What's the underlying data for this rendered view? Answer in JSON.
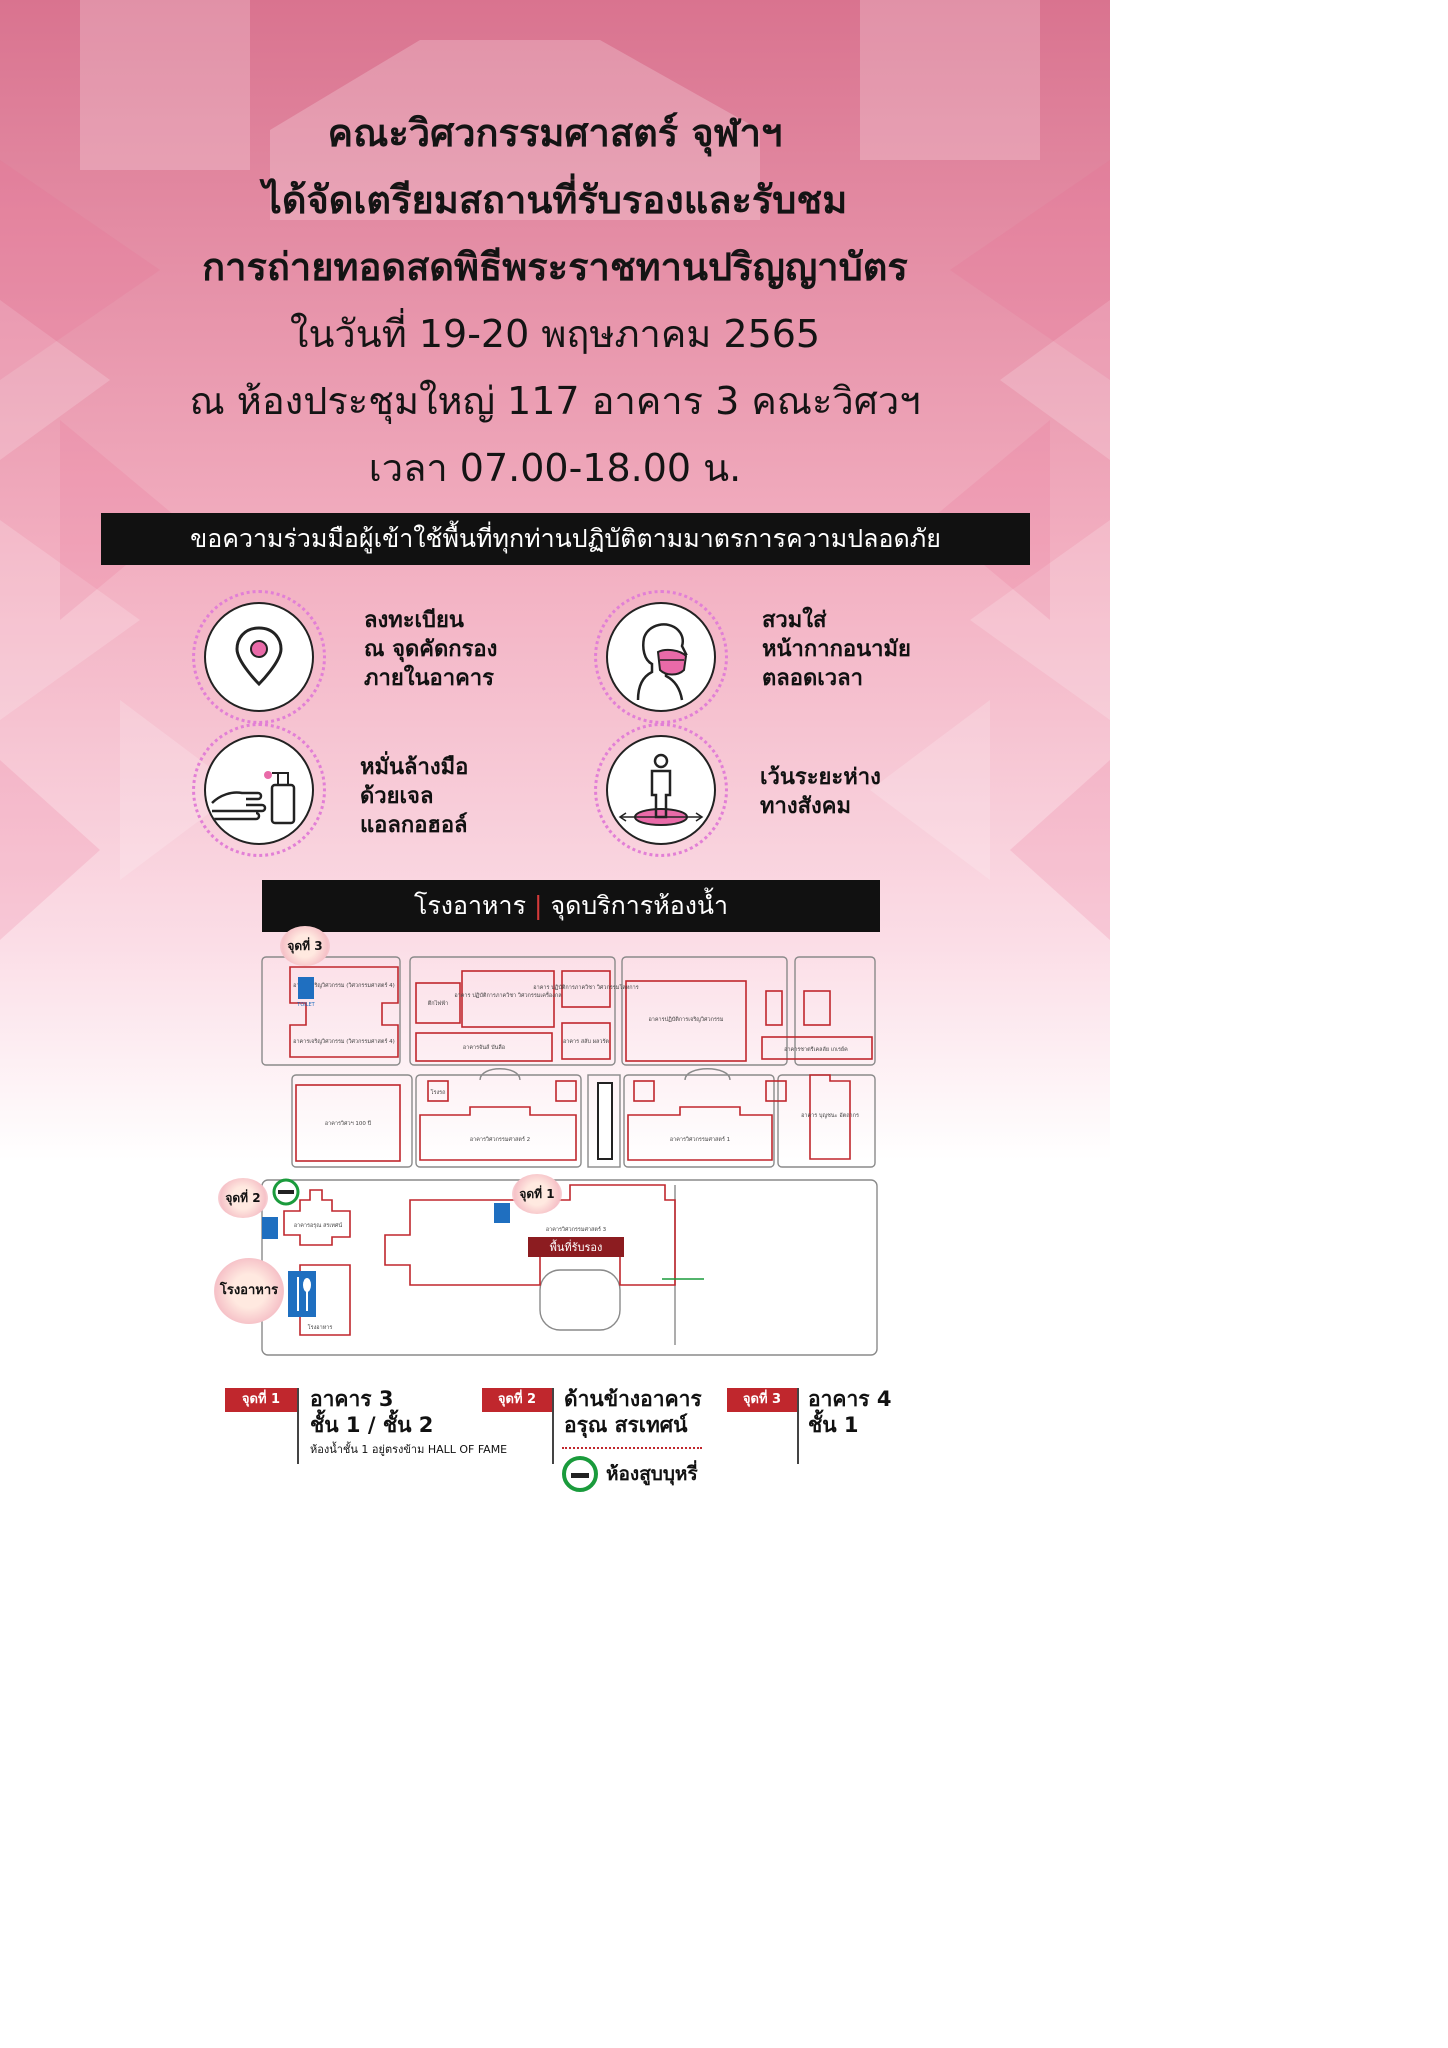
{
  "header": {
    "line1": "คณะวิศวกรรมศาสตร์ จุฬาฯ",
    "line2": "ได้จัดเตรียมสถานที่รับรองและรับชม",
    "line3": "การถ่ายทอดสดพิธีพระราชทานปริญญาบัตร",
    "line4": "ในวันที่ 19-20 พฤษภาคม 2565",
    "line5": "ณ ห้องประชุมใหญ่ 117 อาคาร 3 คณะวิศวฯ",
    "line6": "เวลา 07.00-18.00 น."
  },
  "safety_bar": "ขอความร่วมมือผู้เข้าใช้พื้นที่ทุกท่านปฏิบัติตามมาตรการความปลอดภัย",
  "measures": [
    {
      "icon": "location-pin-icon",
      "lines": [
        "ลงทะเบียน",
        "ณ จุดคัดกรอง",
        "ภายในอาคาร"
      ]
    },
    {
      "icon": "face-mask-icon",
      "lines": [
        "สวมใส่",
        "หน้ากากอนามัย",
        "ตลอดเวลา"
      ]
    },
    {
      "icon": "hand-sanitizer-icon",
      "lines": [
        "หมั่นล้างมือ",
        "ด้วยเจล",
        "แอลกอฮอล์"
      ]
    },
    {
      "icon": "social-distance-icon",
      "lines": [
        "เว้นระยะห่าง",
        "ทางสังคม"
      ]
    }
  ],
  "food_bar": {
    "left": "โรงอาหาร",
    "sep": "|",
    "right": "จุดบริการห้องน้ำ"
  },
  "map": {
    "point3": "จุดที่ 3",
    "point2": "จุดที่ 2",
    "point1": "จุดที่ 1",
    "canteen": "โรงอาหาร",
    "reception": "พื้นที่รับรอง",
    "toilet": "TOILET",
    "buildings": {
      "b4a": "อาคารเจริญวิศวกรรม (วิศวกรรมศาสตร์ 4)",
      "b4b": "อาคารเจริญวิศวกรรม (วิศวกรรมศาสตร์ 4)",
      "mech": "อาคาร ปฏิบัติการภาควิชา วิศวกรรมเครื่องกล",
      "metal": "อาคาร ปฏิบัติการภาควิชา วิศวกรรมโลหการ",
      "lab": "อาคารปฏิบัติการเจริญวิศวกรรม",
      "tek": "ตึกไฟฟ้า",
      "chin": "อาคารจันส์ บันลือ",
      "sal": "อาคาร สลับ ผลวรัต",
      "100y": "อาคารวิศวฯ 100 ปี",
      "e2": "อาคารวิศวกรรมศาสตร์ 2",
      "e1": "อาคารวิศวกรรมศาสตร์ 1",
      "e3": "อาคารวิศวกรรมศาสตร์ 3",
      "arun": "อาคารอรุณ สรเทศน์",
      "boon": "อาคาร บุญชนะ อัตถากร",
      "charit": "อาคารชาตรีเคลลัย เกเรย์ค",
      "canteen_b": "โรงอาหาร",
      "rong": "โรงรถ"
    }
  },
  "legend": [
    {
      "tag": "จุดที่ 1",
      "lines": [
        "อาคาร 3",
        "ชั้น 1 / ชั้น 2"
      ],
      "note": "ห้องน้ำชั้น 1 อยู่ตรงข้าม HALL OF FAME"
    },
    {
      "tag": "จุดที่ 2",
      "lines": [
        "ด้านข้างอาคาร",
        "อรุณ สรเทศน์"
      ],
      "smoke": "ห้องสูบบุหรี่"
    },
    {
      "tag": "จุดที่ 3",
      "lines": [
        "อาคาร 4",
        "ชั้น 1"
      ]
    }
  ],
  "colors": {
    "pink": "#e96aa8",
    "red": "#c0272d",
    "black": "#111111",
    "dot": "#e27fd6",
    "green": "#1a9b3c"
  }
}
